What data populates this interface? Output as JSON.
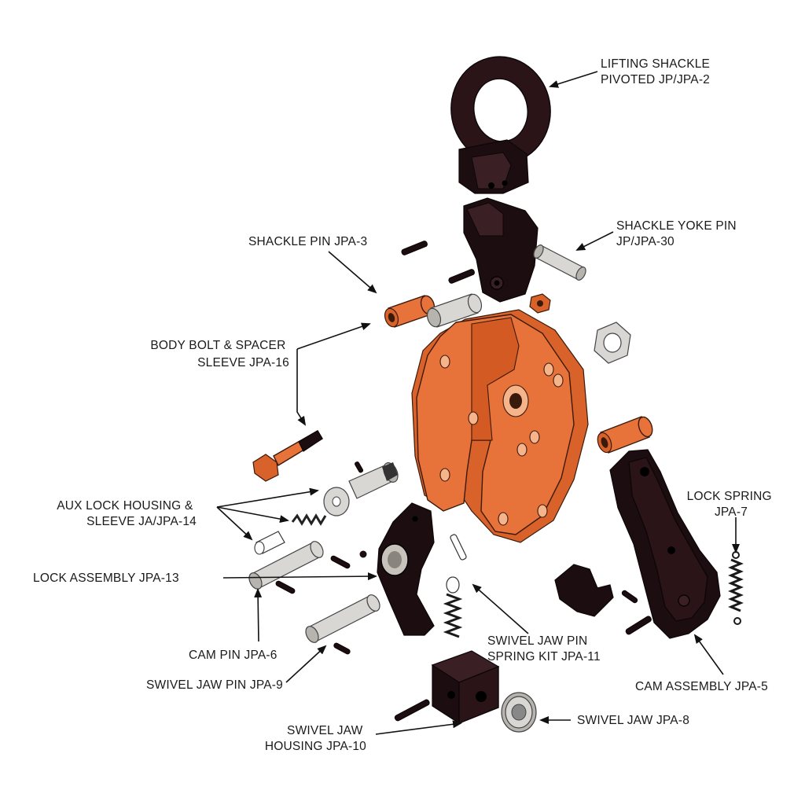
{
  "labels": {
    "lifting_shackle": [
      "LIFTING SHACKLE",
      "PIVOTED JP/JPA-2"
    ],
    "shackle_yoke_pin": [
      "SHACKLE YOKE PIN",
      "JP/JPA-30"
    ],
    "shackle_pin": [
      "SHACKLE PIN JPA-3"
    ],
    "body_bolt": [
      "BODY BOLT & SPACER",
      "SLEEVE JPA-16"
    ],
    "aux_lock": [
      "AUX LOCK HOUSING &",
      "SLEEVE JA/JPA-14"
    ],
    "lock_spring": [
      "LOCK SPRING",
      "JPA-7"
    ],
    "lock_assembly": [
      "LOCK ASSEMBLY JPA-13"
    ],
    "cam_pin": [
      "CAM PIN JPA-6"
    ],
    "swivel_jaw_pin_spring": [
      "SWIVEL JAW PIN",
      "SPRING KIT JPA-11"
    ],
    "swivel_jaw_pin": [
      "SWIVEL JAW PIN JPA-9"
    ],
    "cam_assembly": [
      "CAM ASSEMBLY JPA-5"
    ],
    "swivel_jaw_housing": [
      "SWIVEL JAW",
      "HOUSING JPA-10"
    ],
    "swivel_jaw": [
      "SWIVEL JAW JPA-8"
    ]
  },
  "colors": {
    "body_orange": "#e8733a",
    "dark_parts": "#2a1418",
    "pin_grey": "#d9d7d4"
  }
}
